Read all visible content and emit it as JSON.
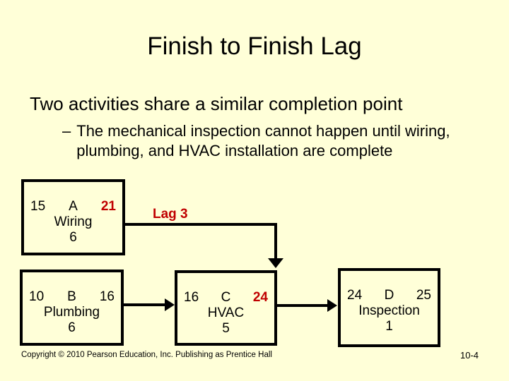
{
  "slide": {
    "title": "Finish to Finish Lag",
    "bullet": "Two activities share a similar completion point",
    "sub_bullet_dash": "–",
    "sub_bullet_lines": [
      "The mechanical inspection cannot happen until wiring,",
      "plumbing, and HVAC installation are complete"
    ],
    "footer": "Copyright © 2010 Pearson Education, Inc. Publishing as Prentice Hall",
    "page_number": "10-4"
  },
  "diagram": {
    "lag_label": "Lag 3",
    "nodes": [
      {
        "letter": "A",
        "early_start": "15",
        "early_finish": "21",
        "activity": "Wiring",
        "duration": "6"
      },
      {
        "letter": "B",
        "early_start": "10",
        "early_finish": "16",
        "activity": "Plumbing",
        "duration": "6"
      },
      {
        "letter": "C",
        "early_start": "16",
        "early_finish": "24",
        "activity": "HVAC",
        "duration": "5"
      },
      {
        "letter": "D",
        "early_start": "24",
        "early_finish": "25",
        "activity": "Inspection",
        "duration": "1"
      }
    ],
    "colors": {
      "background": "#FFFFD8",
      "line_black": "#000000",
      "highlight_red": "#C00000"
    }
  }
}
